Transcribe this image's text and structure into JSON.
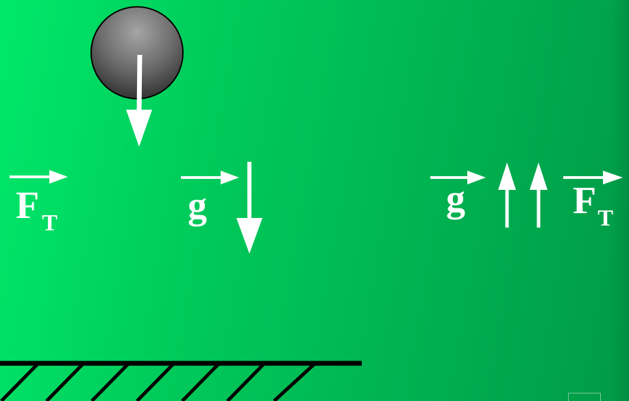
{
  "colors": {
    "background_start": "#00e86a",
    "background_end": "#009a46",
    "arrow": "#ffffff",
    "ball_light": "#9a9a9a",
    "ball_dark": "#3a3a3a",
    "ground": "#000000"
  },
  "labels": {
    "left_force_main": "F",
    "left_force_sub": "T",
    "middle_gravity": "g",
    "right_gravity": "g",
    "right_force_main": "F",
    "right_force_sub": "T"
  },
  "icons": {
    "ball": "ball",
    "velocity_arrow": "arrow-down-icon",
    "gravity_arrow": "arrow-down-icon",
    "up_arrows": "arrow-up-icon",
    "ground": "hatched-ground"
  }
}
